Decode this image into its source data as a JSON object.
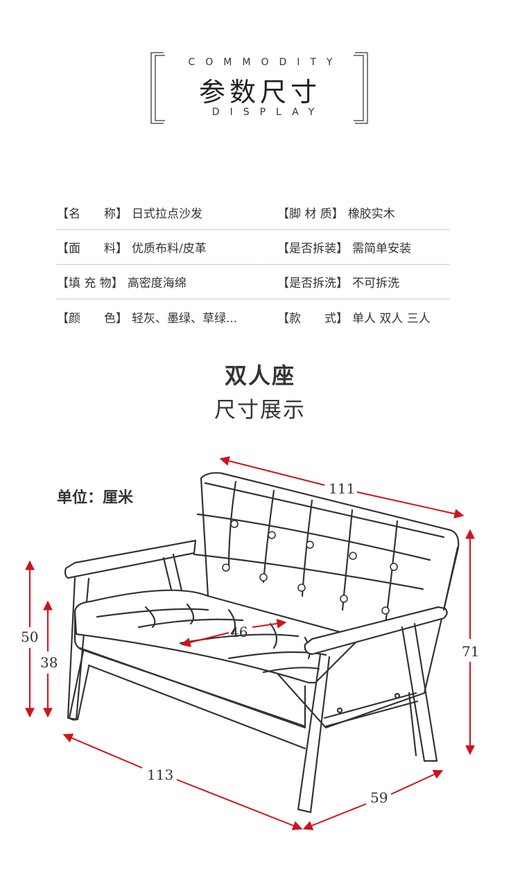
{
  "header": {
    "en_top": "COMMODITY",
    "title": "参数尺寸",
    "en_bottom": "DISPLAY"
  },
  "specs": [
    {
      "label": "【名　　称】",
      "value": "日式拉点沙发"
    },
    {
      "label": "【脚 材 质】",
      "value": "橡胶实木"
    },
    {
      "label": "【面　　料】",
      "value": "优质布料/皮革"
    },
    {
      "label": "【是否拆装】",
      "value": "需简单安装"
    },
    {
      "label": "【填 充 物】",
      "value": "高密度海绵"
    },
    {
      "label": "【是否拆洗】",
      "value": "不可拆洗"
    },
    {
      "label": "【颜　　色】",
      "value": "轻灰、墨绿、草绿..."
    },
    {
      "label": "【款　　式】",
      "value": "单人 双人 三人"
    }
  ],
  "section": {
    "title": "双人座",
    "subtitle": "尺寸展示"
  },
  "unit_label": "单位：厘米",
  "dimensions": {
    "back_width": "111",
    "seat_depth": "46",
    "total_height": "50",
    "seat_height": "38",
    "back_height": "71",
    "front_width": "113",
    "side_depth": "59"
  },
  "colors": {
    "dimension_line": "#d0121b",
    "outline": "#333333",
    "text": "#333333"
  }
}
